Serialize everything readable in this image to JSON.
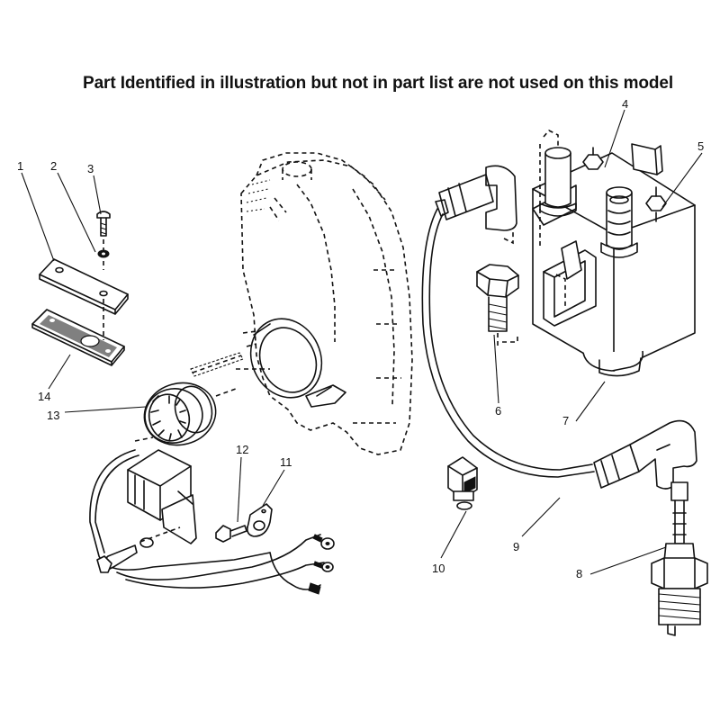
{
  "note": "Part Identified in illustration but not in part list are not used on this model",
  "callouts": [
    {
      "id": "1",
      "label": "1"
    },
    {
      "id": "2",
      "label": "2"
    },
    {
      "id": "3",
      "label": "3"
    },
    {
      "id": "4",
      "label": "4"
    },
    {
      "id": "5",
      "label": "5"
    },
    {
      "id": "6",
      "label": "6"
    },
    {
      "id": "7",
      "label": "7"
    },
    {
      "id": "8",
      "label": "8"
    },
    {
      "id": "9",
      "label": "9"
    },
    {
      "id": "10",
      "label": "10"
    },
    {
      "id": "11",
      "label": "11"
    },
    {
      "id": "12",
      "label": "12"
    },
    {
      "id": "13",
      "label": "13"
    },
    {
      "id": "14",
      "label": "14"
    }
  ]
}
